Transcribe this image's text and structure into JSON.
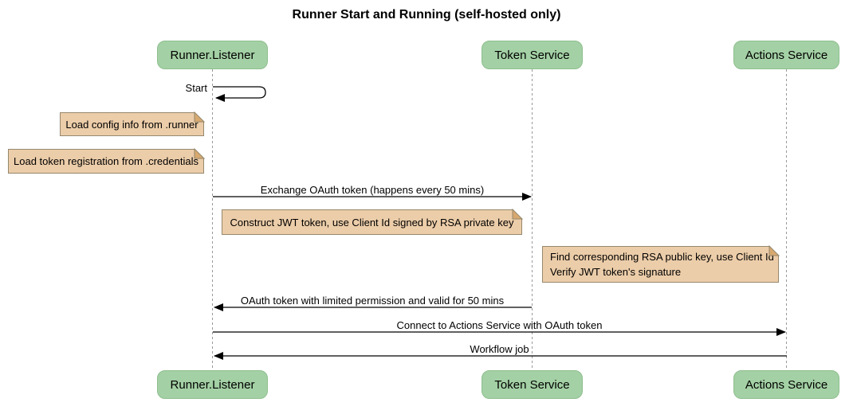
{
  "title": "Runner Start and Running (self-hosted only)",
  "participants": [
    {
      "name": "Runner.Listener"
    },
    {
      "name": "Token Service"
    },
    {
      "name": "Actions Service"
    }
  ],
  "messages": [
    {
      "label": "Start",
      "from": "Runner.Listener",
      "to": "Runner.Listener",
      "kind": "self"
    },
    {
      "label": "Exchange OAuth token (happens every 50 mins)",
      "from": "Runner.Listener",
      "to": "Token Service",
      "kind": "arrow"
    },
    {
      "label": "OAuth token with limited permission and valid for 50 mins",
      "from": "Token Service",
      "to": "Runner.Listener",
      "kind": "arrow"
    },
    {
      "label": "Connect to Actions Service with OAuth token",
      "from": "Runner.Listener",
      "to": "Actions Service",
      "kind": "arrow"
    },
    {
      "label": "Workflow job",
      "from": "Actions Service",
      "to": "Runner.Listener",
      "kind": "arrow"
    }
  ],
  "notes": [
    {
      "text": "Load config info from .runner",
      "position": "left of Runner.Listener"
    },
    {
      "text": "Load token registration from .credentials",
      "position": "left of Runner.Listener"
    },
    {
      "text": "Construct JWT token, use Client Id signed by RSA private key",
      "position": "right of Runner.Listener"
    },
    {
      "lines": [
        "Find corresponding RSA public key, use Client Id",
        "Verify JWT token's signature"
      ],
      "position": "left of Actions Service"
    }
  ],
  "colors": {
    "actor_fill": "#a3d0a4",
    "actor_border": "#8fbf90",
    "note_fill": "#eccda9",
    "note_border": "#95886d",
    "note_fold": "#d7a96f",
    "lifeline": "#999999",
    "arrow": "#000000"
  }
}
